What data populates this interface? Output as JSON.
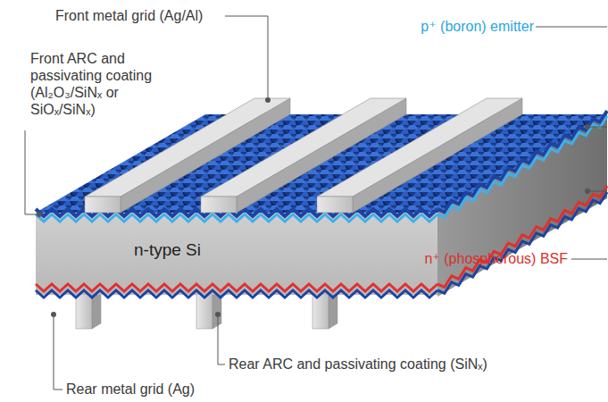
{
  "diagram": {
    "labels": [
      "Front metal grid (Ag/Al)",
      "Front ARC and passivating coating (Al₂O₃/SiNₓ or SiOₓ/SiNₓ)",
      "p⁺ (boron) emitter",
      "n-type Si",
      "n⁺ (phosphorous) BSF",
      "Rear ARC and passivating coating (SiNₓ)",
      "Rear metal grid (Ag)"
    ]
  }
}
